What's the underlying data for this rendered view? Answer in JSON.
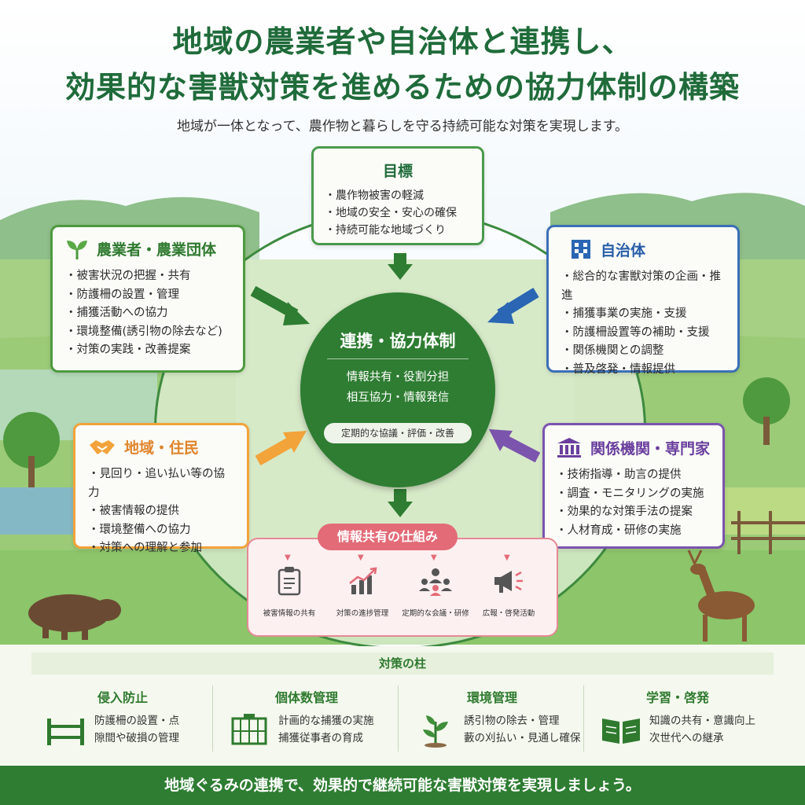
{
  "header": {
    "title_line1": "地域の農業者や自治体と連携し、",
    "title_line2": "効果的な害獣対策を進めるための協力体制の構築",
    "subtitle": "地域が一体となって、農作物と暮らしを守る持続可能な対策を実現します。"
  },
  "goal": {
    "title": "目標",
    "items": [
      "農作物被害の軽減",
      "地域の安全・安心の確保",
      "持続可能な地域づくり"
    ]
  },
  "farmers": {
    "title": "農業者・農業団体",
    "items": [
      "被害状況の把握・共有",
      "防護柵の設置・管理",
      "捕獲活動への協力",
      "環境整備(誘引物の除去など)",
      "対策の実践・改善提案"
    ]
  },
  "government": {
    "title": "自治体",
    "items": [
      "総合的な害獣対策の企画・推進",
      "捕獲事業の実施・支援",
      "防護柵設置等の補助・支援",
      "関係機関との調整",
      "普及啓発・情報提供"
    ]
  },
  "residents": {
    "title": "地域・住民",
    "items": [
      "見回り・追い払い等の協力",
      "被害情報の提供",
      "環境整備への協力",
      "対策への理解と参加"
    ]
  },
  "experts": {
    "title": "関係機関・専門家",
    "items": [
      "技術指導・助言の提供",
      "調査・モニタリングの実施",
      "効果的な対策手法の提案",
      "人材育成・研修の実施"
    ]
  },
  "center": {
    "title": "連携・協力体制",
    "line1": "情報共有・役割分担",
    "line2": "相互協力・情報発信",
    "pill": "定期的な協議・評価・改善"
  },
  "info_sharing": {
    "title": "情報共有の仕組み",
    "items": [
      {
        "label": "被害情報の共有",
        "icon": "clipboard-icon"
      },
      {
        "label": "対策の進捗管理",
        "icon": "bar-chart-icon"
      },
      {
        "label": "定期的な会議・研修",
        "icon": "meeting-icon"
      },
      {
        "label": "広報・啓発活動",
        "icon": "megaphone-icon"
      }
    ]
  },
  "pillars": {
    "title": "対策の柱",
    "items": [
      {
        "title": "侵入防止",
        "line1": "防護柵の設置・点",
        "line2": "隙間や破損の管理",
        "icon": "fence-icon"
      },
      {
        "title": "個体数管理",
        "line1": "計画的な捕獲の実施",
        "line2": "捕獲従事者の育成",
        "icon": "trap-cage-icon"
      },
      {
        "title": "環境管理",
        "line1": "誘引物の除去・管理",
        "line2": "藪の刈払い・見通し確保",
        "icon": "plant-icon"
      },
      {
        "title": "学習・啓発",
        "line1": "知識の共有・意識向上",
        "line2": "次世代への継承",
        "icon": "book-icon"
      }
    ]
  },
  "footer": {
    "text": "地域ぐるみの連携で、効果的で継続可能な害獣対策を実現しましょう。"
  },
  "colors": {
    "primary_green": "#2e7d32",
    "farmer_green": "#4e9a3f",
    "gov_blue": "#3b6fb6",
    "resident_orange": "#f2a33a",
    "expert_purple": "#7b54ad",
    "info_pink": "#e36b78"
  }
}
